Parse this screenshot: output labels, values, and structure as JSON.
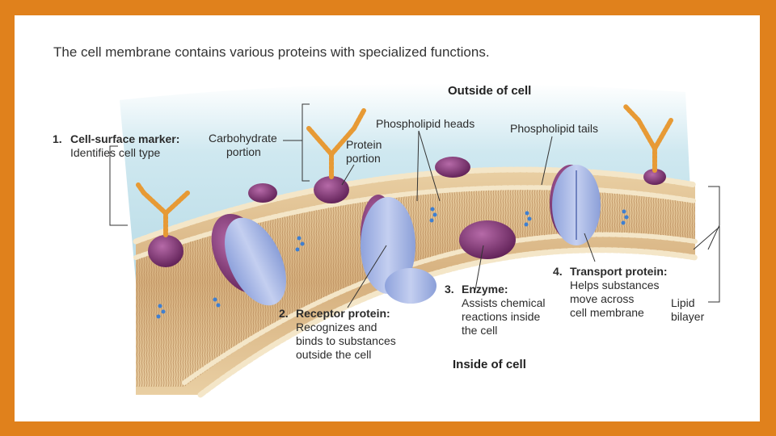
{
  "title": "The cell membrane contains various proteins with specialized functions.",
  "regions": {
    "outside": "Outside of cell",
    "inside": "Inside of cell"
  },
  "labels": {
    "marker_num": "1.",
    "marker_title": "Cell-surface marker:",
    "marker_desc": "Identifies cell type",
    "carbohydrate_1": "Carbohydrate",
    "carbohydrate_2": "portion",
    "protein_portion_1": "Protein",
    "protein_portion_2": "portion",
    "heads": "Phospholipid heads",
    "tails": "Phospholipid tails",
    "receptor_num": "2.",
    "receptor_title": "Receptor protein:",
    "receptor_desc_1": "Recognizes and",
    "receptor_desc_2": "binds to substances",
    "receptor_desc_3": "outside the cell",
    "enzyme_num": "3.",
    "enzyme_title": "Enzyme:",
    "enzyme_desc_1": "Assists chemical",
    "enzyme_desc_2": "reactions inside",
    "enzyme_desc_3": "the cell",
    "transport_num": "4.",
    "transport_title": "Transport protein:",
    "transport_desc_1": "Helps substances",
    "transport_desc_2": "move across",
    "transport_desc_3": "cell membrane",
    "lipid_1": "Lipid",
    "lipid_2": "bilayer"
  },
  "colors": {
    "frame": "#e0811c",
    "outside_bg": "#bfe0ea",
    "membrane": "#e8c89a",
    "heads": "#f2e3c6",
    "peripheral_protein": "#7a2f6e",
    "integral_protein": "#a9b9e6",
    "carbohydrate": "#e8a040"
  }
}
